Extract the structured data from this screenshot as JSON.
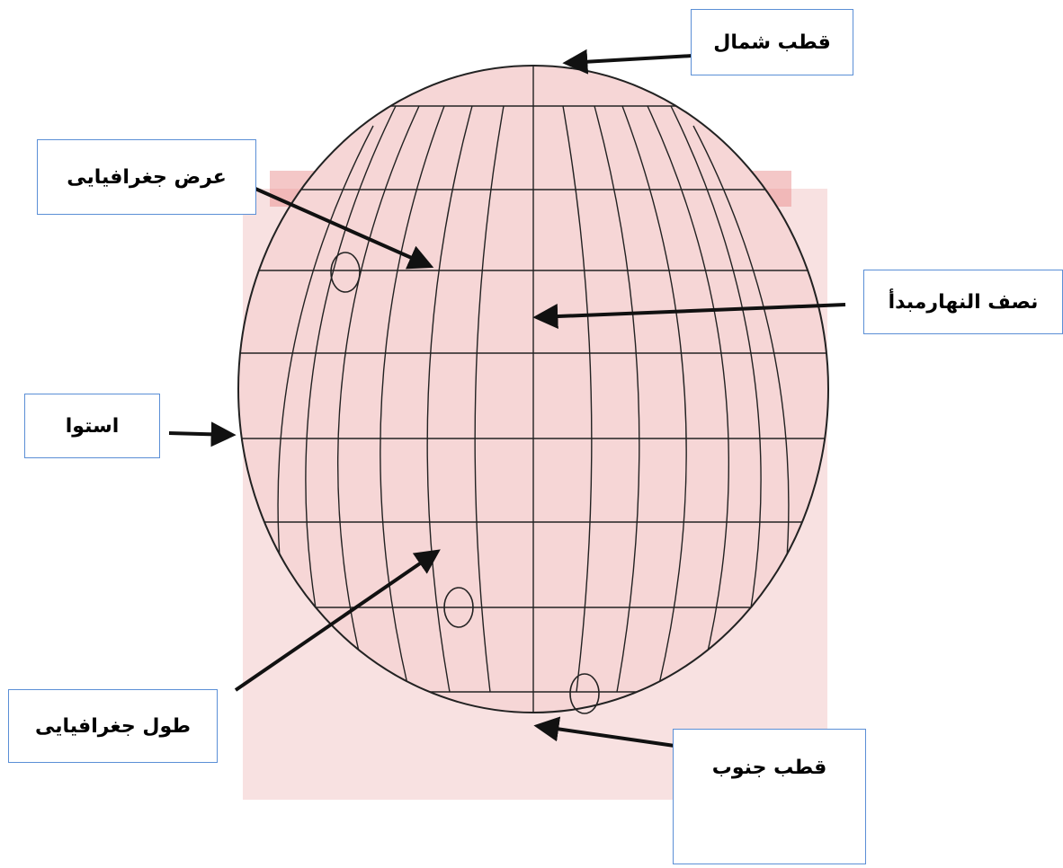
{
  "diagram": {
    "labels": {
      "north_pole": "قطب شمال",
      "latitude": "عرض جغرافیایی",
      "prime_meridian": "نصف النهارمبدأ",
      "equator": "استوا",
      "longitude": "طول جغرافیایی",
      "south_pole": "قطب جنوب"
    },
    "colors": {
      "watermark": "#d93a3a",
      "globe_fill": "#f6d6d6",
      "grid_lines": "#222222",
      "arrow": "#111111",
      "label_border": "#5b8fd6"
    }
  }
}
